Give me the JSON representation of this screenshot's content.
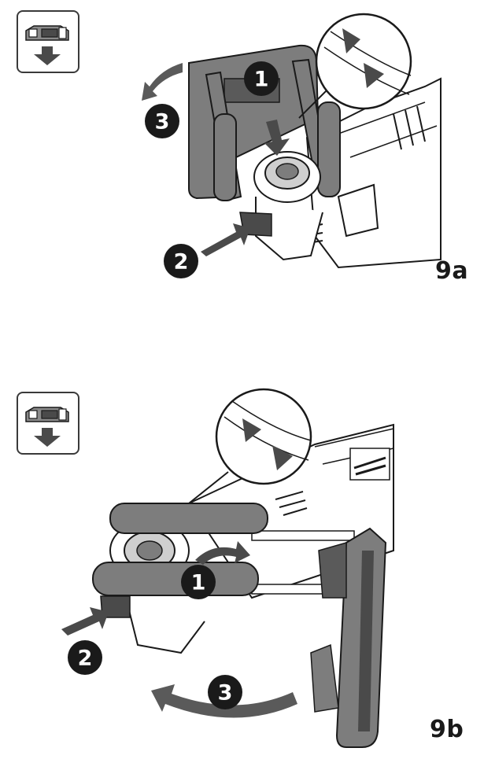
{
  "figures": [
    {
      "label": "9a",
      "steps": [
        "1",
        "2",
        "3"
      ],
      "icon": "slide-off-downward-icon"
    },
    {
      "label": "9b",
      "steps": [
        "1",
        "2",
        "3"
      ],
      "icon": "slide-off-downward-icon"
    }
  ],
  "colors": {
    "line": "#1a1a1a",
    "part_gray": "#7d7d7d",
    "part_dark": "#4a4a4a",
    "marker": "#1a1a1a",
    "arrow": "#5a5a5a"
  }
}
